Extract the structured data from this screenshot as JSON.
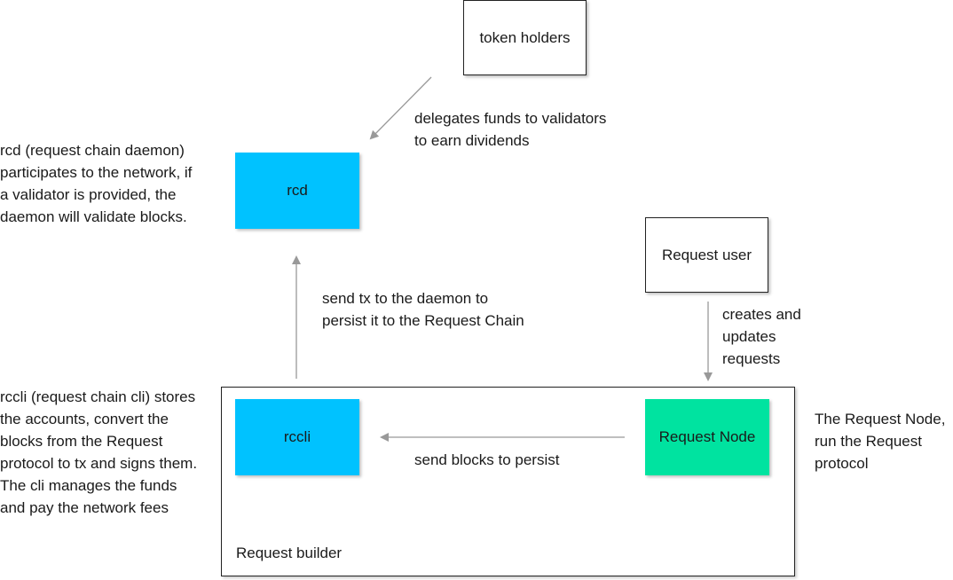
{
  "nodes": {
    "token_holders": "token holders",
    "rcd": "rcd",
    "request_user": "Request user",
    "rccli": "rccli",
    "request_node": "Request Node",
    "request_builder": "Request builder"
  },
  "annotations": {
    "delegates": "delegates funds to validators\nto earn dividends",
    "rcd_description": "rcd (request chain daemon)\nparticipates to the network, if\na validator is provided, the\ndaemon will validate blocks.",
    "send_tx": "send tx to the daemon to\npersist it to the Request Chain",
    "creates_updates": "creates and\nupdates\nrequests",
    "rccli_description": "rccli (request chain cli) stores\nthe accounts, convert the\nblocks from the Request\nprotocol to tx and signs them.\nThe cli manages the funds\nand pay the network fees",
    "send_blocks": "send blocks to persist",
    "request_node_description": "The Request Node,\nrun the Request\nprotocol"
  },
  "colors": {
    "rcd": "#00c2ff",
    "rccli": "#00c2ff",
    "request_node": "#00e3a0",
    "arrow": "#999999"
  }
}
